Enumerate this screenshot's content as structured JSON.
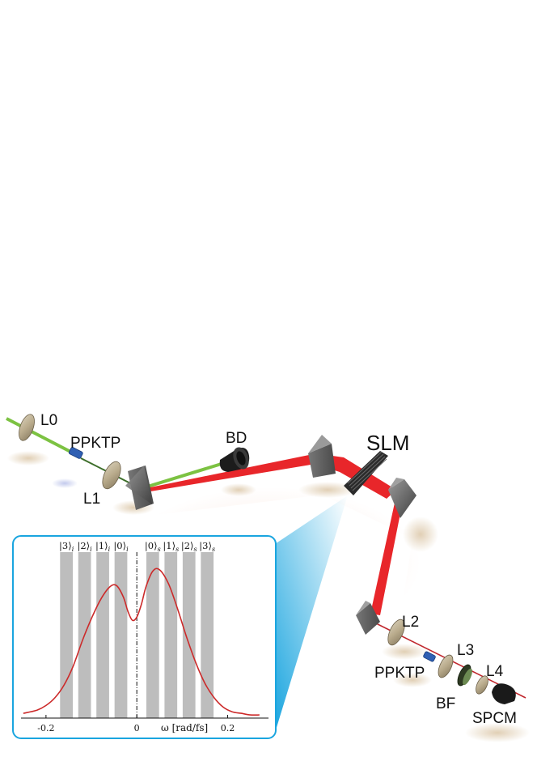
{
  "components": {
    "lens_l0": "L0",
    "crystal_1": "PPKTP",
    "lens_l1": "L1",
    "beam_dump": "BD",
    "modulator": "SLM",
    "lens_l2": "L2",
    "crystal_2": "PPKTP",
    "lens_l3": "L3",
    "lens_l4": "L4",
    "filter": "BF",
    "detector": "SPCM"
  },
  "colors": {
    "pump_beam": "#7cc242",
    "signal_beam": "#e8262a",
    "inset_border": "#1aa5df",
    "spectrum_curve": "#cc2a2a",
    "mode_bands": "#bdbdbd"
  },
  "inset": {
    "x_axis_label": "ω [rad/fs]",
    "ticks": [
      {
        "value": -0.2,
        "label": "-0.2"
      },
      {
        "value": 0,
        "label": "0"
      },
      {
        "value": 0.2,
        "label": "0.2"
      }
    ],
    "xlim": [
      -0.255,
      0.29
    ],
    "ylim": [
      0,
      1.0
    ],
    "bands": [
      {
        "label": "|3⟩",
        "sub": "i",
        "center": -0.155
      },
      {
        "label": "|2⟩",
        "sub": "i",
        "center": -0.115
      },
      {
        "label": "|1⟩",
        "sub": "i",
        "center": -0.075
      },
      {
        "label": "|0⟩",
        "sub": "i",
        "center": -0.035
      },
      {
        "label": "|0⟩",
        "sub": "s",
        "center": 0.035
      },
      {
        "label": "|1⟩",
        "sub": "s",
        "center": 0.075
      },
      {
        "label": "|2⟩",
        "sub": "s",
        "center": 0.115
      },
      {
        "label": "|3⟩",
        "sub": "s",
        "center": 0.155
      }
    ],
    "band_width": 0.028,
    "spectrum": {
      "x": [
        -0.25,
        -0.22,
        -0.2,
        -0.18,
        -0.16,
        -0.14,
        -0.12,
        -0.1,
        -0.08,
        -0.06,
        -0.045,
        -0.03,
        -0.02,
        -0.01,
        0,
        0.01,
        0.02,
        0.035,
        0.05,
        0.07,
        0.09,
        0.11,
        0.13,
        0.15,
        0.17,
        0.19,
        0.21,
        0.23,
        0.25,
        0.27
      ],
      "y": [
        0.03,
        0.05,
        0.08,
        0.13,
        0.21,
        0.33,
        0.49,
        0.63,
        0.75,
        0.83,
        0.84,
        0.77,
        0.68,
        0.62,
        0.64,
        0.72,
        0.83,
        0.93,
        0.94,
        0.85,
        0.69,
        0.51,
        0.35,
        0.22,
        0.13,
        0.07,
        0.04,
        0.03,
        0.02,
        0.02
      ]
    }
  }
}
